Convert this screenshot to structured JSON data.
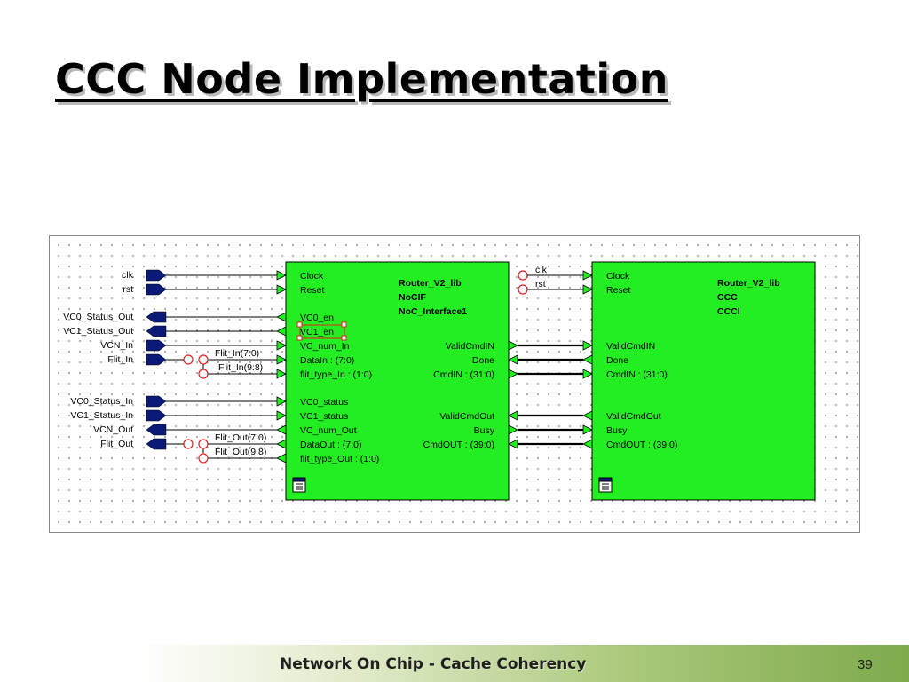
{
  "slide": {
    "title": "CCC Node Implementation",
    "page_number": "39"
  },
  "footer": {
    "text": "Network On Chip - Cache Coherency"
  },
  "colors": {
    "block_fill": "#22ee22",
    "port_connector": "#0b1a78",
    "title_shadow": "#b9b9b9"
  },
  "left_ports": {
    "clk": "clk",
    "rst": "rst",
    "vc0_status_out": "VC0_Status_Out",
    "vc1_status_out": "VC1_Status_Out",
    "vcn_in": "VCN_In",
    "flit_in": "Flit_In",
    "vc0_status_in": "VC0_Status_In",
    "vc1_status_in": "VC1_Status_In",
    "vcn_out": "VCN_Out",
    "flit_out": "Flit_Out"
  },
  "bus_taps": {
    "flit_in_7_0": "Flit_In(7:0)",
    "flit_in_9_8": "Flit_In(9:8)",
    "flit_out_7_0": "Flit_Out(7:0)",
    "flit_out_9_8": "Flit_Out(9:8)"
  },
  "block1": {
    "lib": "Router_V2_lib",
    "cell": "NoCIF",
    "instance": "NoC_Interface1",
    "left_pins": {
      "clock": "Clock",
      "reset": "Reset",
      "vc0_en": "VC0_en",
      "vc1_en": "VC1_en",
      "vc_num_in": "VC_num_In",
      "datain": "DataIn : (7:0)",
      "flit_type_in": "flit_type_In : (1:0)",
      "vc0_status": "VC0_status",
      "vc1_status": "VC1_status",
      "vc_num_out": "VC_num_Out",
      "dataout": "DataOut : (7:0)",
      "flit_type_out": "flit_type_Out : (1:0)"
    },
    "right_pins": {
      "validcmdin": "ValidCmdIN",
      "done": "Done",
      "cmdin": "CmdIN : (31:0)",
      "validcmdout": "ValidCmdOut",
      "busy": "Busy",
      "cmdout": "CmdOUT : (39:0)"
    }
  },
  "middle_ports": {
    "clk": "clk",
    "rst": "rst"
  },
  "block2": {
    "lib": "Router_V2_lib",
    "cell": "CCC",
    "instance": "CCCI",
    "left_pins": {
      "clock": "Clock",
      "reset": "Reset",
      "validcmdin": "ValidCmdIN",
      "done": "Done",
      "cmdin": "CmdIN : (31:0)",
      "validcmdout": "ValidCmdOut",
      "busy": "Busy",
      "cmdout": "CmdOUT : (39:0)"
    }
  }
}
